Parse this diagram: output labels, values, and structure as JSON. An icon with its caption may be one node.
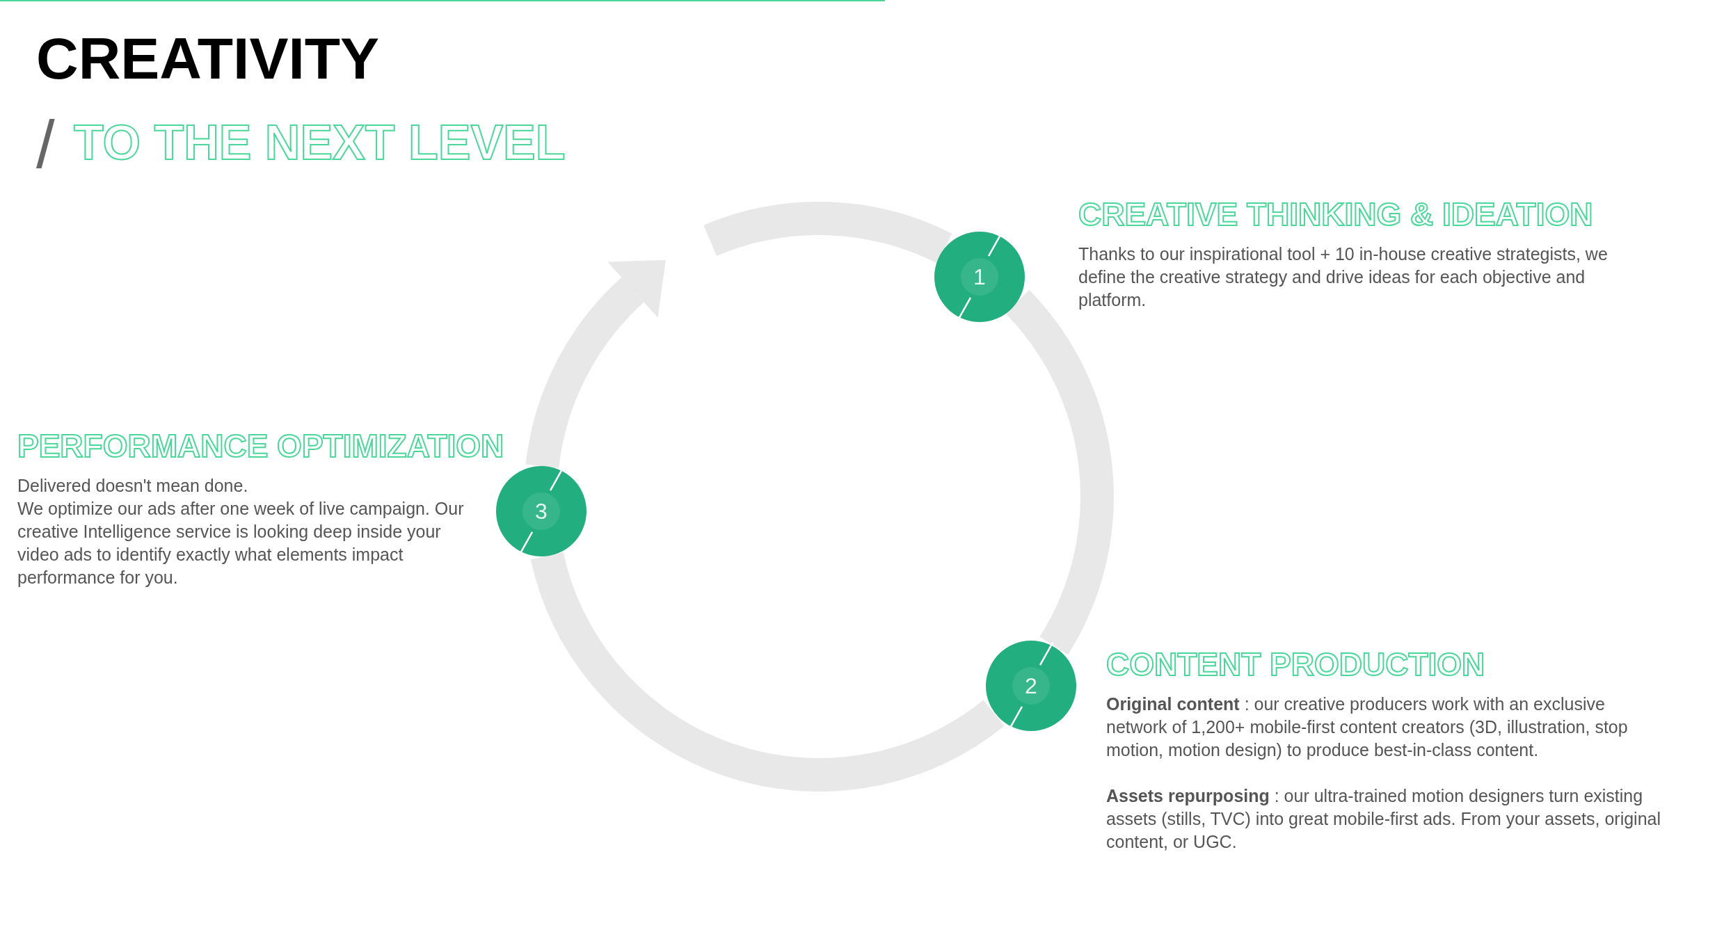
{
  "diagram": {
    "title": "CREATIVITY",
    "labels": [
      "/",
      "TO THE NEXT LEVEL"
    ],
    "nodes": [
      {
        "text": [
          "1"
        ],
        "beside": [
          "CREATIVE THINKING & IDEATION",
          "Thanks to our inspirational tool + 10 in-house creative strategists, we define the creative strategy and drive ideas for each objective and platform."
        ]
      },
      {
        "text": [
          "2"
        ],
        "beside": [
          "CONTENT PRODUCTION",
          "**Original content** : our creative producers work with an exclusive network of 1,200+ mobile-first content creators (3D, illustration, stop motion, motion design) to produce best-in-class content.",
          "**Assets repurposing** : our ultra-trained motion designers turn existing assets (stills, TVC) into great mobile-first ads. From your assets, original content, or UGC."
        ]
      },
      {
        "text": [
          "3"
        ],
        "beside": [
          "PERFORMANCE OPTIMIZATION",
          "Delivered doesn't mean done.",
          "We optimize our ads after one week of live campaign. Our creative Intelligence service is looking deep inside your video ads to identify exactly what elements impact performance for you."
        ]
      }
    ],
    "edges": [
      {
        "from": 0,
        "to": 1,
        "arrow": "none"
      },
      {
        "from": 1,
        "to": 2,
        "arrow": "none"
      },
      {
        "from": 2,
        "to": null,
        "arrow": "to"
      },
      {
        "from": null,
        "to": 0,
        "arrow": "none"
      }
    ]
  }
}
